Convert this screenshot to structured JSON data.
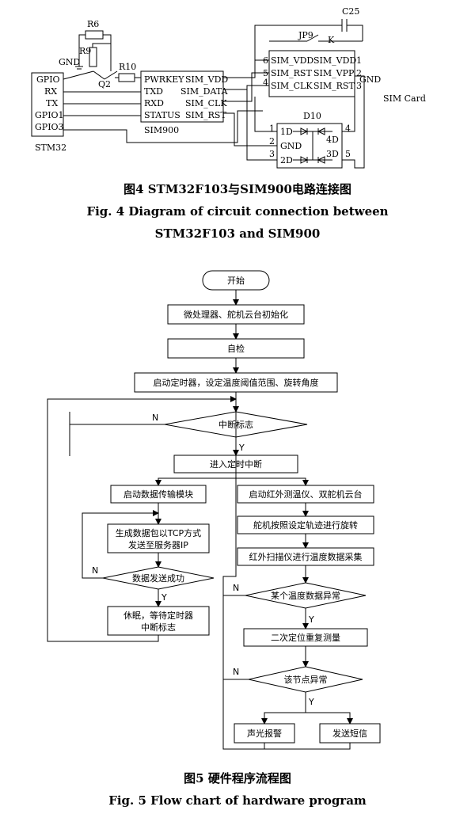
{
  "fig4": {
    "caption_cn": "图4  STM32F103与SIM900电路连接图",
    "caption_en_1": "Fig. 4  Diagram of circuit connection between",
    "caption_en_2": "STM32F103 and SIM900",
    "stm32": {
      "pins": [
        "GPIO",
        "RX",
        "TX",
        "GPIO1",
        "GPIO3"
      ],
      "name": "STM32"
    },
    "gnd_top": "GND",
    "r6": "R6",
    "r9": "R9",
    "r10": "R10",
    "q2": "Q2",
    "sim900": {
      "left_pins": [
        "PWRKEY",
        "TXD",
        "RXD",
        "STATUS"
      ],
      "right_pins": [
        "SIM_VDD",
        "SIM_DATA",
        "SIM_CLK",
        "SIM_RST"
      ],
      "name": "SIM900"
    },
    "c25": "C25",
    "jp": "JP9",
    "k": "K",
    "simcard": {
      "pins": [
        "SIM_VDD",
        "SIM_RST",
        "SIM_CLK"
      ],
      "right_pins": [
        "SIM_VDD",
        "SIM_VPP",
        "SIM_RST"
      ],
      "name": "SIM Card",
      "gnd": "GND",
      "nums_l": [
        "6",
        "5",
        "4"
      ],
      "nums_r": [
        "1",
        "2",
        "3"
      ]
    },
    "d10": {
      "name": "D10",
      "pins": [
        "1D",
        "GND",
        "2D"
      ],
      "rpins": [
        "4D",
        "3D"
      ],
      "nums_l": [
        "1",
        "2",
        "3"
      ],
      "nums_r": [
        "4",
        "5"
      ]
    }
  },
  "fig5": {
    "caption_cn": "图5  硬件程序流程图",
    "caption_en": "Fig. 5  Flow chart of hardware program",
    "start": "开始",
    "init": "微处理器、舵机云台初始化",
    "selfcheck": "自检",
    "timer": "启动定时器，设定温度阈值范围、旋转角度",
    "interrupt": "中断标志",
    "enter": "进入定时中断",
    "data_module": "启动数据传输模块",
    "ir_start": "启动红外测温仪、双舵机云台",
    "packet_1": "生成数据包以TCP方式",
    "packet_2": "发送至服务器IP",
    "send_ok": "数据发送成功",
    "sleep_1": "休眠，等待定时器",
    "sleep_2": "中断标志",
    "servo": "舵机按照设定轨迹进行旋转",
    "scan": "红外扫描仪进行温度数据采集",
    "temp_abn": "某个温度数据异常",
    "relocate": "二次定位重复测量",
    "node_abn": "该节点异常",
    "alarm": "声光报警",
    "sms": "发送短信",
    "yes": "Y",
    "no": "N"
  }
}
